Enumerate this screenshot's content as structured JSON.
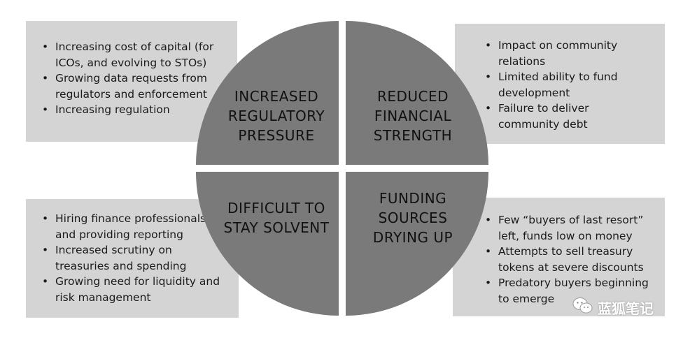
{
  "quadrants": [
    {
      "label": "INCREASED\nREGULATORY\nPRESSURE",
      "bullets": [
        "Increasing cost of capital (for ICOs, and evolving to STOs)",
        "Growing data requests from regulators and enforcement",
        "Increasing regulation"
      ]
    },
    {
      "label": "REDUCED\nFINANCIAL\nSTRENGTH",
      "bullets": [
        "Impact on community relations",
        "Limited ability to fund development",
        "Failure to deliver community debt"
      ]
    },
    {
      "label": "DIFFICULT TO\nSTAY SOLVENT",
      "bullets": [
        "Hiring finance professionals and providing reporting",
        "Increased scrutiny on treasuries and spending",
        "Growing need for liquidity and risk management"
      ]
    },
    {
      "label": "FUNDING\nSOURCES\nDRYING UP",
      "bullets": [
        "Few “buyers of last resort” left, funds low on money",
        "Attempts to sell treasury tokens at severe discounts",
        "Predatory buyers beginning to emerge"
      ]
    }
  ],
  "watermark": {
    "text": "蓝狐笔记",
    "icon": "wechat-icon"
  },
  "colors": {
    "box_fill": "#d4d4d4",
    "circle_fill": "#7a7a7a",
    "text": "#1a1a1a"
  }
}
